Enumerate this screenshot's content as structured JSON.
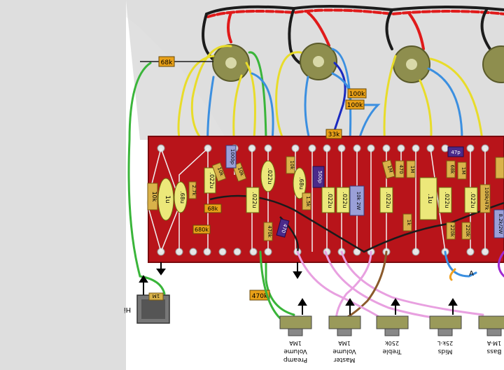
{
  "colors": {
    "board": "#b8141a",
    "background_light": "#e6e6e6",
    "wire_red": "#e01a1a",
    "wire_black": "#1b1b1b",
    "wire_yellow": "#e8dc2a",
    "wire_green": "#3ab53a",
    "wire_blue": "#3b8fe0",
    "wire_darkblue": "#1a2ac0",
    "wire_pink": "#e8a0e0",
    "wire_purple": "#a02ad0",
    "wire_brown": "#8b5a2b",
    "wire_orange": "#f0a020",
    "resistor_tan": "#d9b24a",
    "cap_yellow": "#ece87a",
    "cap_blue": "#9aa0d8",
    "cap_purple": "#4a2a8a",
    "label_bg": "#e8a018",
    "pot_body": "#9a9a5a"
  },
  "labels": {
    "r68k_top": "68k",
    "r100k_a": "100k",
    "r100k_b": "100k",
    "r33k": "33k",
    "r470k": "470k",
    "r68k_mid": "68k",
    "r680k": "680k",
    "r10k_left": "10k",
    "c1u_left": "1u",
    "c68u": ".68u",
    "r27k": "2.7k",
    "c022u_a": ".022u",
    "r10k_b": "10k",
    "r10k_c": "10k",
    "c1000p": "1000p",
    "c022u_b": ".022u",
    "c022u_c": ".022u",
    "r470k_v": "470k",
    "r470_diag": "470",
    "r10k_d": "10k",
    "c68u_b": ".68u",
    "r15k": "1.5k",
    "c500p": "500p",
    "c022u_d": ".022u",
    "c022u_e": ".022u",
    "r2w": "10k 2W",
    "c022u_f": ".022u",
    "r1m_a": "1M",
    "r470_b": "470",
    "r1m_b": "1M",
    "r1k": "1k",
    "c1u_right": ".1u",
    "c47p": "47p",
    "r68k_r": "68k",
    "c022u_g": ".022u",
    "r1m_c": "1M",
    "r100k47k": "100k/47k",
    "c022u_h": ".022u",
    "r220k_a": "220k",
    "r220k_b": "220k",
    "r82k": "8.2k/2W",
    "ground_marker": "A",
    "hi_jack": "Hi",
    "hi_jack_code": "1M"
  },
  "pots": [
    {
      "name": "Preamp Volume",
      "line1": "Preamp",
      "line2": "Volume",
      "value": "1MA"
    },
    {
      "name": "Master Volume",
      "line1": "Master",
      "line2": "Volume",
      "value": "1MA"
    },
    {
      "name": "Treble",
      "line1": "Treble",
      "line2": "",
      "value": "250k"
    },
    {
      "name": "Mids",
      "line1": "Mids",
      "line2": "",
      "value": "25k-L"
    },
    {
      "name": "Bass",
      "line1": "Bass",
      "line2": "",
      "value": "1M-A"
    }
  ]
}
